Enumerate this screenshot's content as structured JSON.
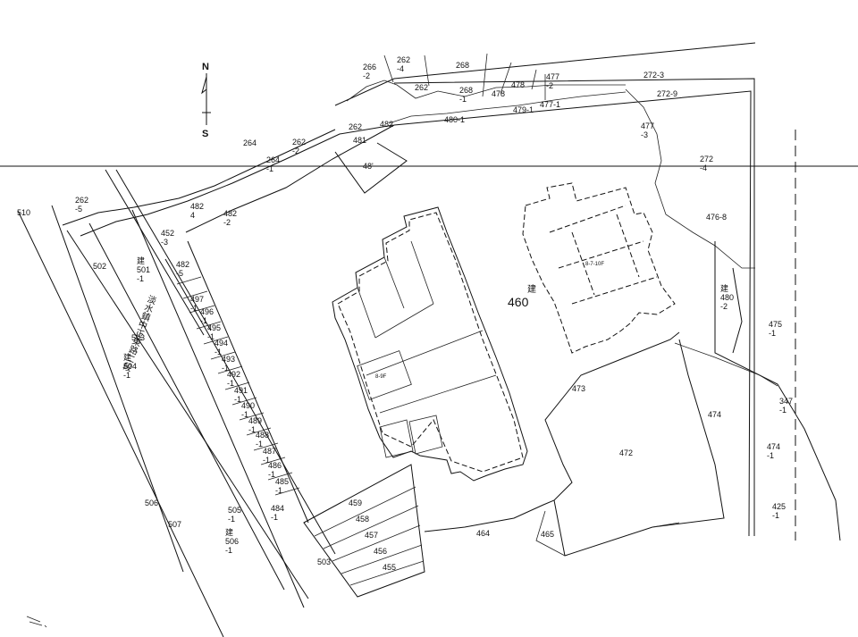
{
  "compass": {
    "north": "N",
    "south": "S"
  },
  "main_parcel": {
    "number": "460",
    "kanji": "建"
  },
  "road_name": "淡水鎮中正東路二段",
  "building_labels": [
    "8-9F",
    "8-7-10F"
  ],
  "parcels": [
    {
      "id": "p266-2",
      "text": [
        "266",
        "-2"
      ]
    },
    {
      "id": "p262-4",
      "text": [
        "262",
        "-4"
      ]
    },
    {
      "id": "p268",
      "text": [
        "268"
      ]
    },
    {
      "id": "p262a",
      "text": [
        "262"
      ]
    },
    {
      "id": "p268-1",
      "text": [
        "268",
        "-1"
      ]
    },
    {
      "id": "p478",
      "text": [
        "478"
      ]
    },
    {
      "id": "p478b",
      "text": [
        "478"
      ]
    },
    {
      "id": "p477-2",
      "text": [
        "477",
        "-2"
      ]
    },
    {
      "id": "p272-3",
      "text": [
        "272-3"
      ]
    },
    {
      "id": "p272-9",
      "text": [
        "272-9"
      ]
    },
    {
      "id": "p477-1",
      "text": [
        "477-1"
      ]
    },
    {
      "id": "p479-1",
      "text": [
        "479-1"
      ]
    },
    {
      "id": "p480-1",
      "text": [
        "480-1"
      ]
    },
    {
      "id": "p482",
      "text": [
        "482"
      ]
    },
    {
      "id": "p262b",
      "text": [
        "262"
      ]
    },
    {
      "id": "p481",
      "text": [
        "481"
      ]
    },
    {
      "id": "p481b",
      "text": [
        "48'"
      ]
    },
    {
      "id": "p264",
      "text": [
        "264"
      ]
    },
    {
      "id": "p262-2",
      "text": [
        "262",
        "-2"
      ]
    },
    {
      "id": "p264-1",
      "text": [
        "264",
        "-1"
      ]
    },
    {
      "id": "p477-3",
      "text": [
        "477",
        "-3"
      ]
    },
    {
      "id": "p272-4",
      "text": [
        "272",
        "-4"
      ]
    },
    {
      "id": "p476-8",
      "text": [
        "476-8"
      ]
    },
    {
      "id": "p262-5",
      "text": [
        "262",
        "-5"
      ]
    },
    {
      "id": "p510",
      "text": [
        "510"
      ]
    },
    {
      "id": "p482-4",
      "text": [
        "482",
        "4"
      ]
    },
    {
      "id": "p482-2",
      "text": [
        "482",
        "-2"
      ]
    },
    {
      "id": "p482-3",
      "text": [
        "452",
        "-3"
      ]
    },
    {
      "id": "p482-5",
      "text": [
        "482",
        "-5"
      ]
    },
    {
      "id": "p502",
      "text": [
        "502"
      ]
    },
    {
      "id": "p501-1",
      "text": [
        "建",
        "501",
        "-1"
      ]
    },
    {
      "id": "p503",
      "text": [
        "503"
      ]
    },
    {
      "id": "p504-1",
      "text": [
        "建",
        "504",
        "-1"
      ]
    },
    {
      "id": "p497",
      "text": [
        "497",
        "-1"
      ]
    },
    {
      "id": "p496",
      "text": [
        "496",
        "-1"
      ]
    },
    {
      "id": "p495",
      "text": [
        "495",
        "-1"
      ]
    },
    {
      "id": "p494",
      "text": [
        "494",
        "-1"
      ]
    },
    {
      "id": "p493",
      "text": [
        "493",
        "-1"
      ]
    },
    {
      "id": "p492",
      "text": [
        "492",
        "-1"
      ]
    },
    {
      "id": "p491",
      "text": [
        "491",
        "-1"
      ]
    },
    {
      "id": "p490",
      "text": [
        "490",
        "-1"
      ]
    },
    {
      "id": "p489",
      "text": [
        "489",
        "-1"
      ]
    },
    {
      "id": "p488",
      "text": [
        "488",
        "-1"
      ]
    },
    {
      "id": "p487",
      "text": [
        "487",
        "-1"
      ]
    },
    {
      "id": "p486",
      "text": [
        "486",
        "-1"
      ]
    },
    {
      "id": "p485",
      "text": [
        "485",
        "-1"
      ]
    },
    {
      "id": "p484",
      "text": [
        "484",
        "-1"
      ]
    },
    {
      "id": "p480-2",
      "text": [
        "建",
        "480",
        "-2"
      ]
    },
    {
      "id": "p475-1",
      "text": [
        "475",
        "-1"
      ]
    },
    {
      "id": "p473",
      "text": [
        "473"
      ]
    },
    {
      "id": "p474",
      "text": [
        "474"
      ]
    },
    {
      "id": "p347-1",
      "text": [
        "347",
        "-1"
      ]
    },
    {
      "id": "p474-1",
      "text": [
        "474",
        "-1"
      ]
    },
    {
      "id": "p472",
      "text": [
        "472"
      ]
    },
    {
      "id": "p425-1",
      "text": [
        "425",
        "-1"
      ]
    },
    {
      "id": "p459",
      "text": [
        "459"
      ]
    },
    {
      "id": "p458",
      "text": [
        "458"
      ]
    },
    {
      "id": "p457",
      "text": [
        "457"
      ]
    },
    {
      "id": "p456",
      "text": [
        "456"
      ]
    },
    {
      "id": "p455",
      "text": [
        "455"
      ]
    },
    {
      "id": "p464",
      "text": [
        "464"
      ]
    },
    {
      "id": "p465",
      "text": [
        "465"
      ]
    },
    {
      "id": "p503b",
      "text": [
        "503"
      ]
    },
    {
      "id": "p505-1",
      "text": [
        "505",
        "-1"
      ]
    },
    {
      "id": "p506-1",
      "text": [
        "建",
        "506",
        "-1"
      ]
    },
    {
      "id": "p506",
      "text": [
        "506"
      ]
    },
    {
      "id": "p507",
      "text": [
        "507"
      ]
    }
  ]
}
